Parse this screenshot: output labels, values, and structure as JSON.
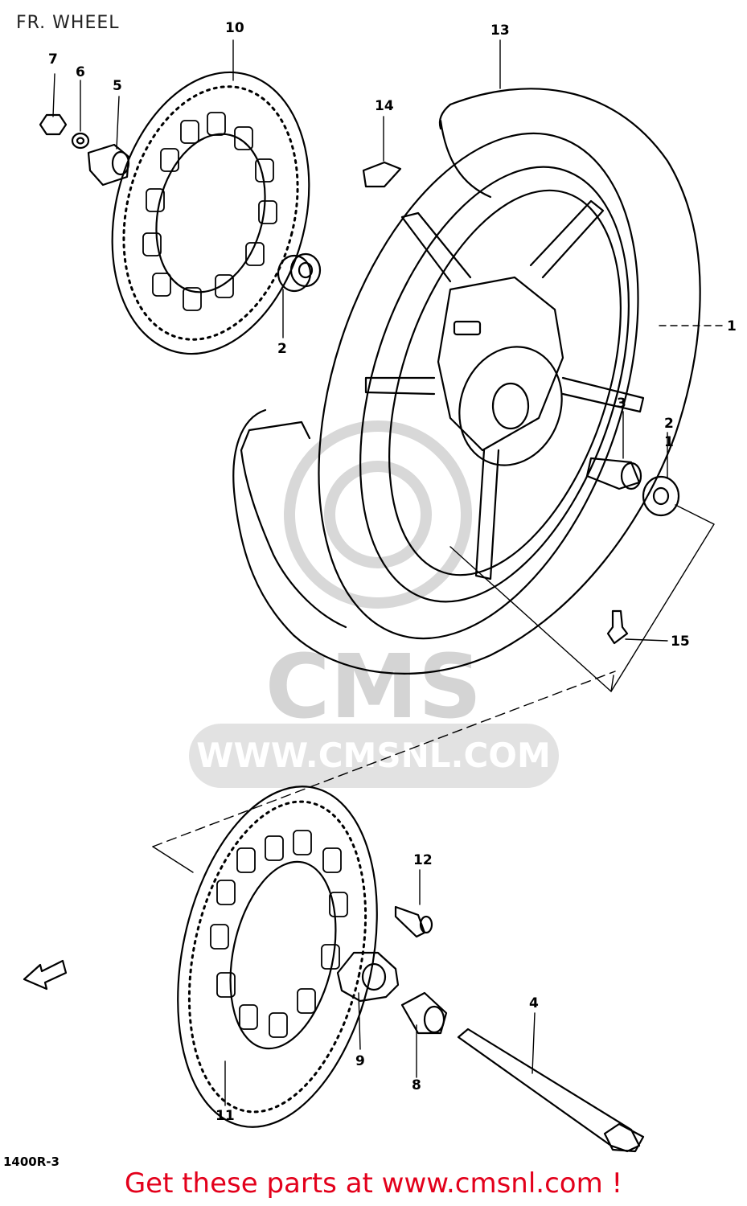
{
  "header": {
    "title": "FR. WHEEL"
  },
  "diagram_code": "1400R-3",
  "footer": {
    "promo": "Get these parts at www.cmsnl.com !"
  },
  "watermark": {
    "brand": "CMS",
    "site": "WWW.CMSNL.COM"
  },
  "callouts": {
    "c1": "1",
    "c2a": "2",
    "c2b": "2",
    "c3": "3",
    "c4": "4",
    "c5": "5",
    "c6": "6",
    "c7": "7",
    "c8": "8",
    "c9": "9",
    "c10": "10",
    "c11": "11",
    "c12": "12",
    "c13": "13",
    "c14": "14",
    "c15": "15",
    "c1b": "1"
  },
  "colors": {
    "ink": "#000000",
    "promo": "#e3001b",
    "watermark": "#d4d4d4"
  }
}
